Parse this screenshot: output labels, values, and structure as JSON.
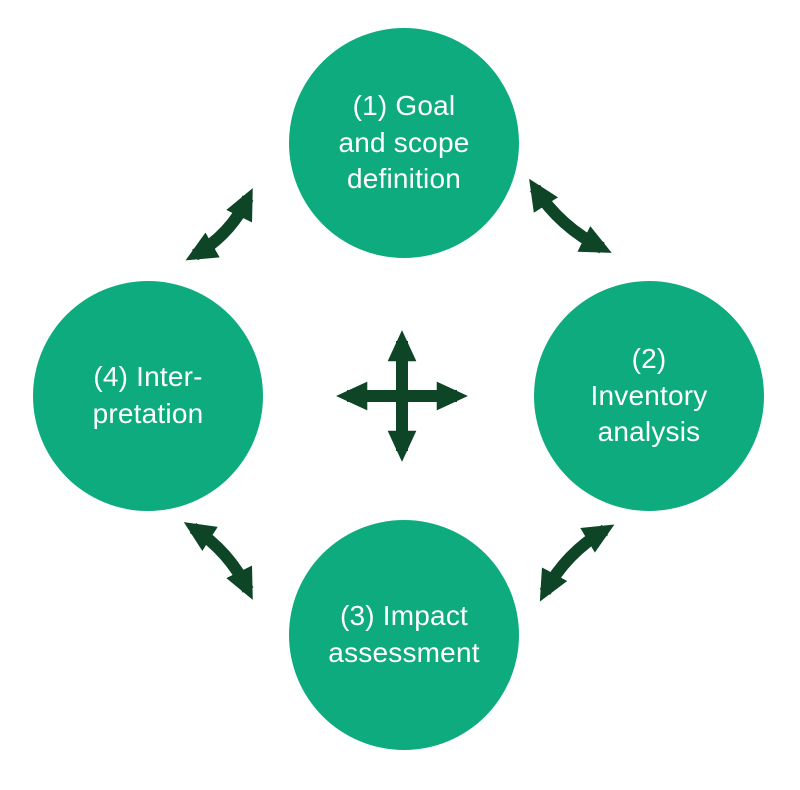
{
  "colors": {
    "background": "#ffffff",
    "circle": "#0dab7d",
    "arrow": "#0e4527",
    "label": "#ffffff"
  },
  "nodes": [
    {
      "id": "goal-and-scope-definition",
      "position": "top",
      "label": "(1) Goal\nand scope\ndefinition"
    },
    {
      "id": "inventory-analysis",
      "position": "right",
      "label": "(2)\nInventory\nanalysis"
    },
    {
      "id": "impact-assessment",
      "position": "bottom",
      "label": "(3) Impact\nassessment"
    },
    {
      "id": "interpretation",
      "position": "left",
      "label": "(4) Inter-\npretation"
    }
  ],
  "icons": {
    "center": "four-way-arrow",
    "connectors": "double-headed-curved-arrow"
  }
}
